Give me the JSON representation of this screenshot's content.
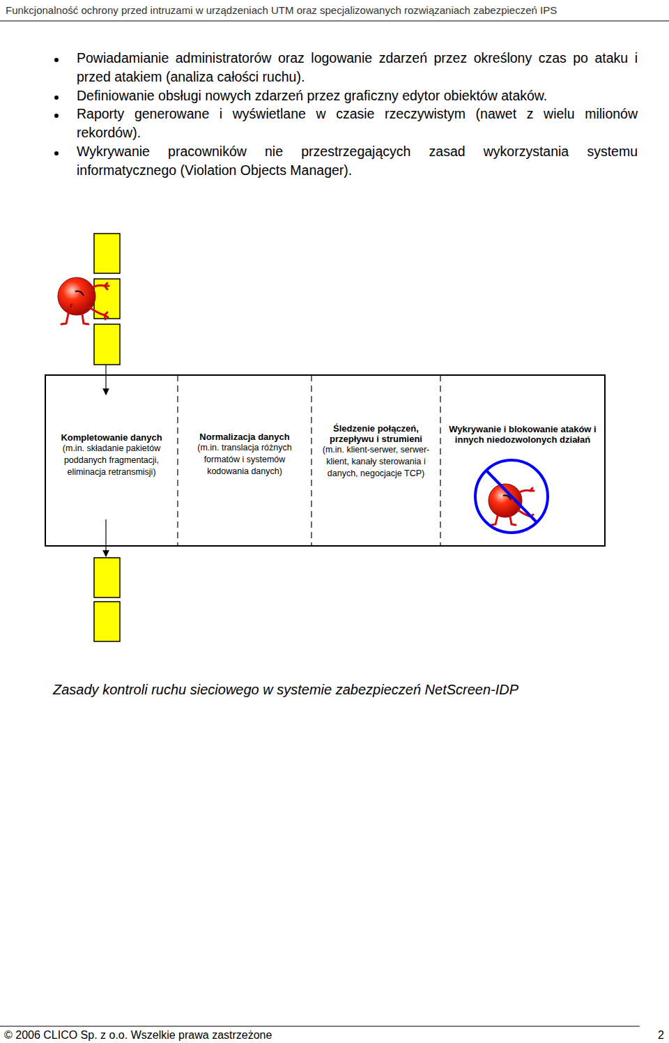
{
  "diagram": {
    "caption": "Zasady kontroli ruchu sieciowego w systemie zabezpieczeń NetScreen-IDP",
    "nodes": [
      {
        "text": [
          "Kompletowanie danych",
          "(m.in. składanie pakietów poddanych fragmentacji, eliminacja retransmisji)"
        ]
      },
      {
        "text": [
          "Normalizacja danych",
          "(m.in. translacja różnych formatów i systemów kodowania danych)"
        ]
      },
      {
        "text": [
          "Śledzenie połączeń, przepływu i strumieni",
          "(m.in. klient-serwer, serwer-klient, kanały sterowania i danych, negocjacje TCP)"
        ]
      },
      {
        "text": [
          "Wykrywanie i blokowanie ataków i innych niedozwolonych działań"
        ]
      }
    ],
    "labels": [
      "Funkcjonalność ochrony przed intruzami w urządzeniach UTM oraz specjalizowanych rozwiązaniach zabezpieczeń IPS",
      "Powiadamianie administratorów oraz logowanie zdarzeń przez określony czas po ataku i przed atakiem (analiza całości ruchu).",
      "Definiowanie obsługi nowych zdarzeń przez graficzny edytor obiektów ataków.",
      "Raporty generowane i wyświetlane w czasie rzeczywistym (nawet z wielu milionów rekordów).",
      "Wykrywanie pracowników nie przestrzegających zasad wykorzystania systemu informatycznego (Violation Objects Manager).",
      "© 2006 CLICO Sp. z o.o. Wszelkie prawa zastrzeżone",
      "2"
    ]
  }
}
